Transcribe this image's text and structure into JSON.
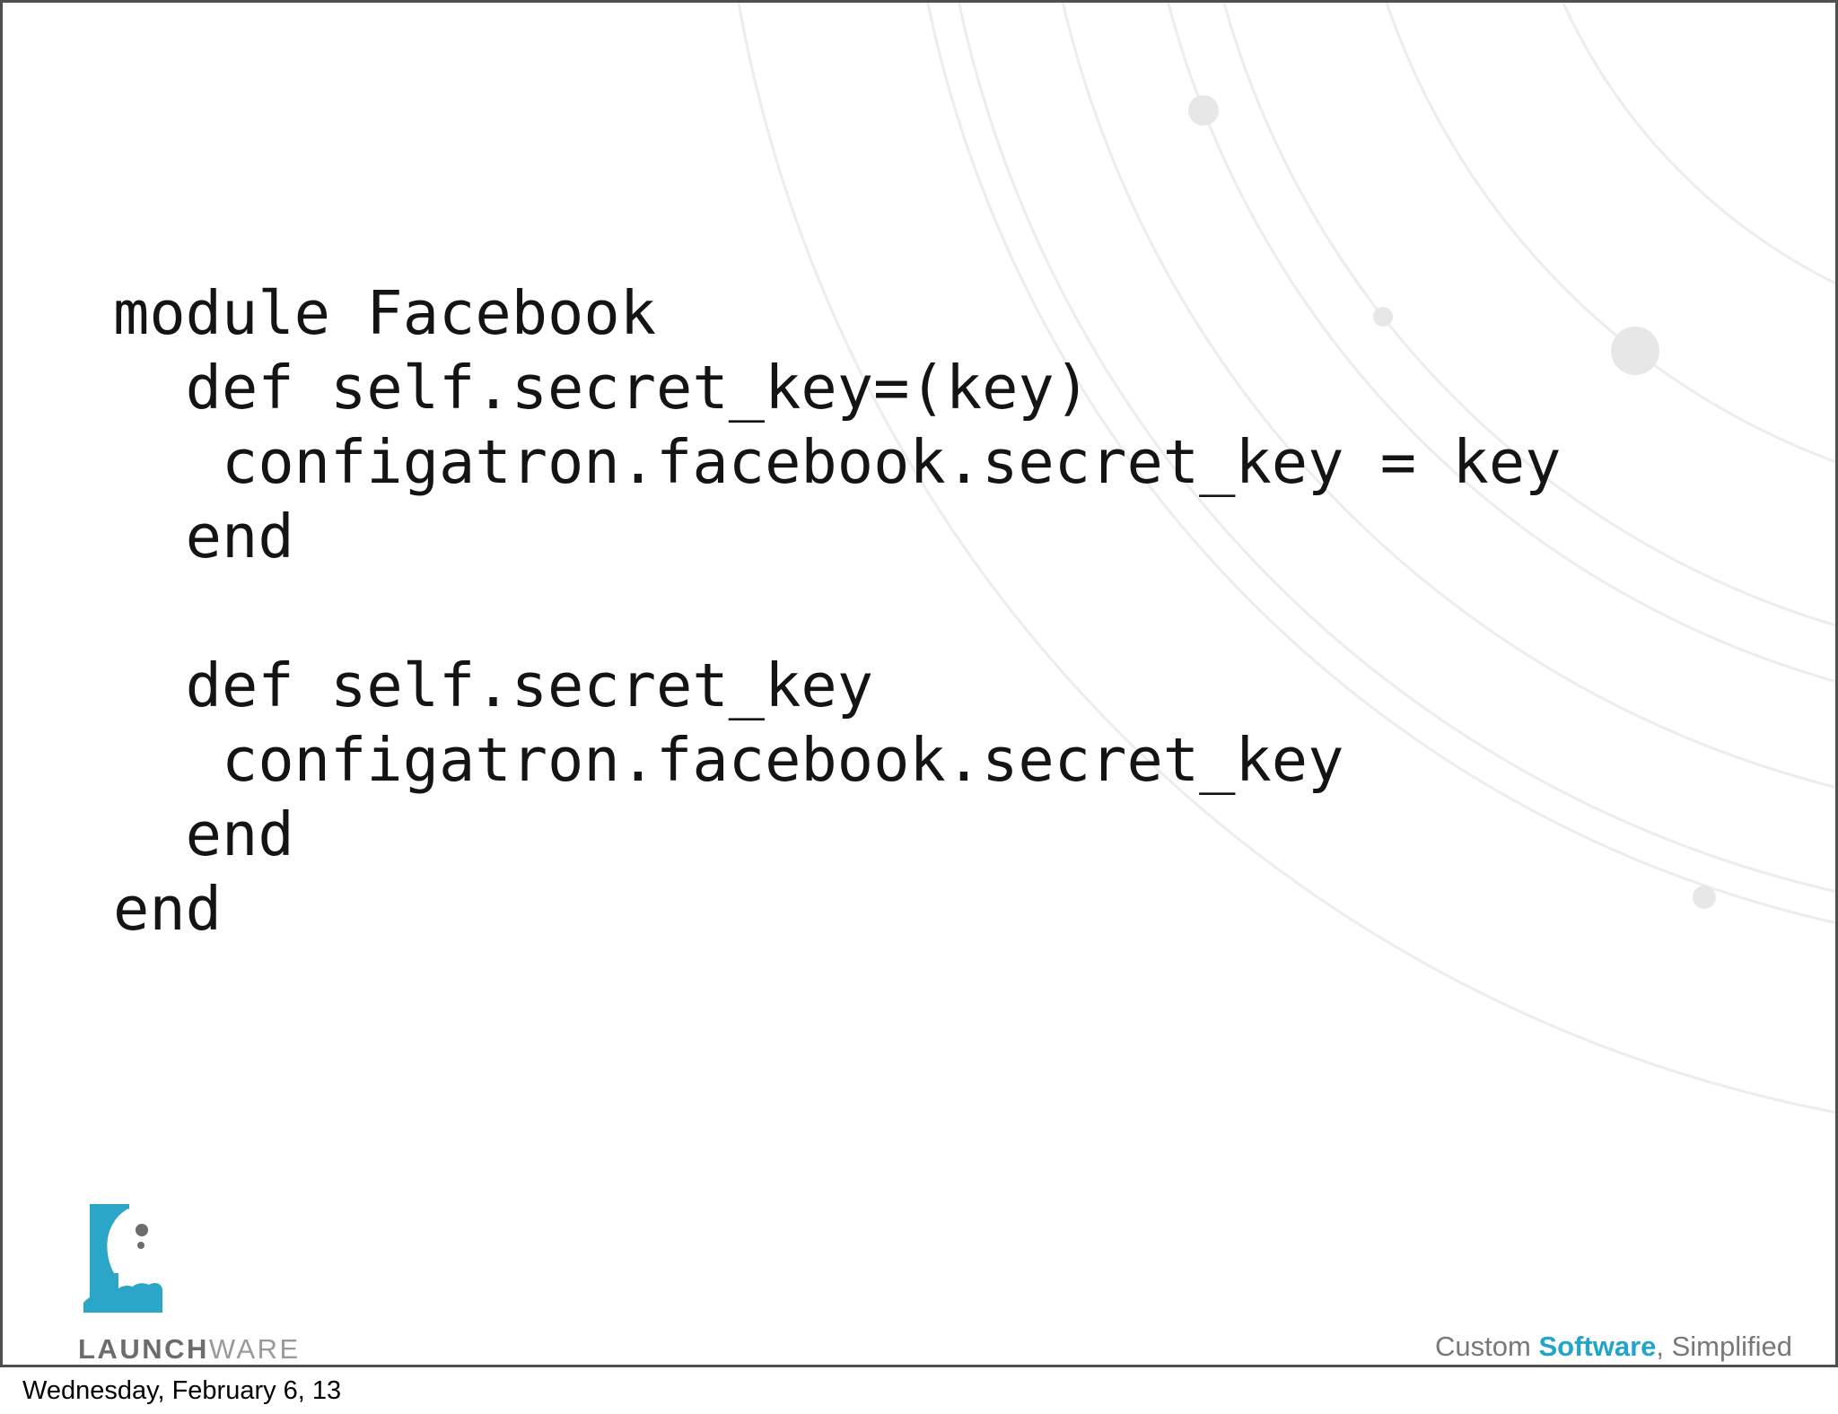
{
  "slide": {
    "code": "module Facebook\n  def self.secret_key=(key)\n   configatron.facebook.secret_key = key\n  end\n\n  def self.secret_key\n   configatron.facebook.secret_key\n  end\nend",
    "logo": {
      "brand_bold": "LAUNCH",
      "brand_light": "WARE"
    },
    "tagline": {
      "part1": "Custom ",
      "part2": "Software",
      "part3": ", Simplified"
    }
  },
  "footer": {
    "date": "Wednesday, February 6, 13"
  },
  "colors": {
    "accent_teal": "#21a5c8",
    "logo_teal": "#2ba5c8",
    "logo_gray_dark": "#6b6c6e",
    "logo_gray_light": "#97999c",
    "tagline_gray": "#77787b",
    "slide_border": "#4e4f51",
    "orbit_line": "#ededed",
    "orbit_dot": "#e7e7e7",
    "code_text": "#141414"
  }
}
